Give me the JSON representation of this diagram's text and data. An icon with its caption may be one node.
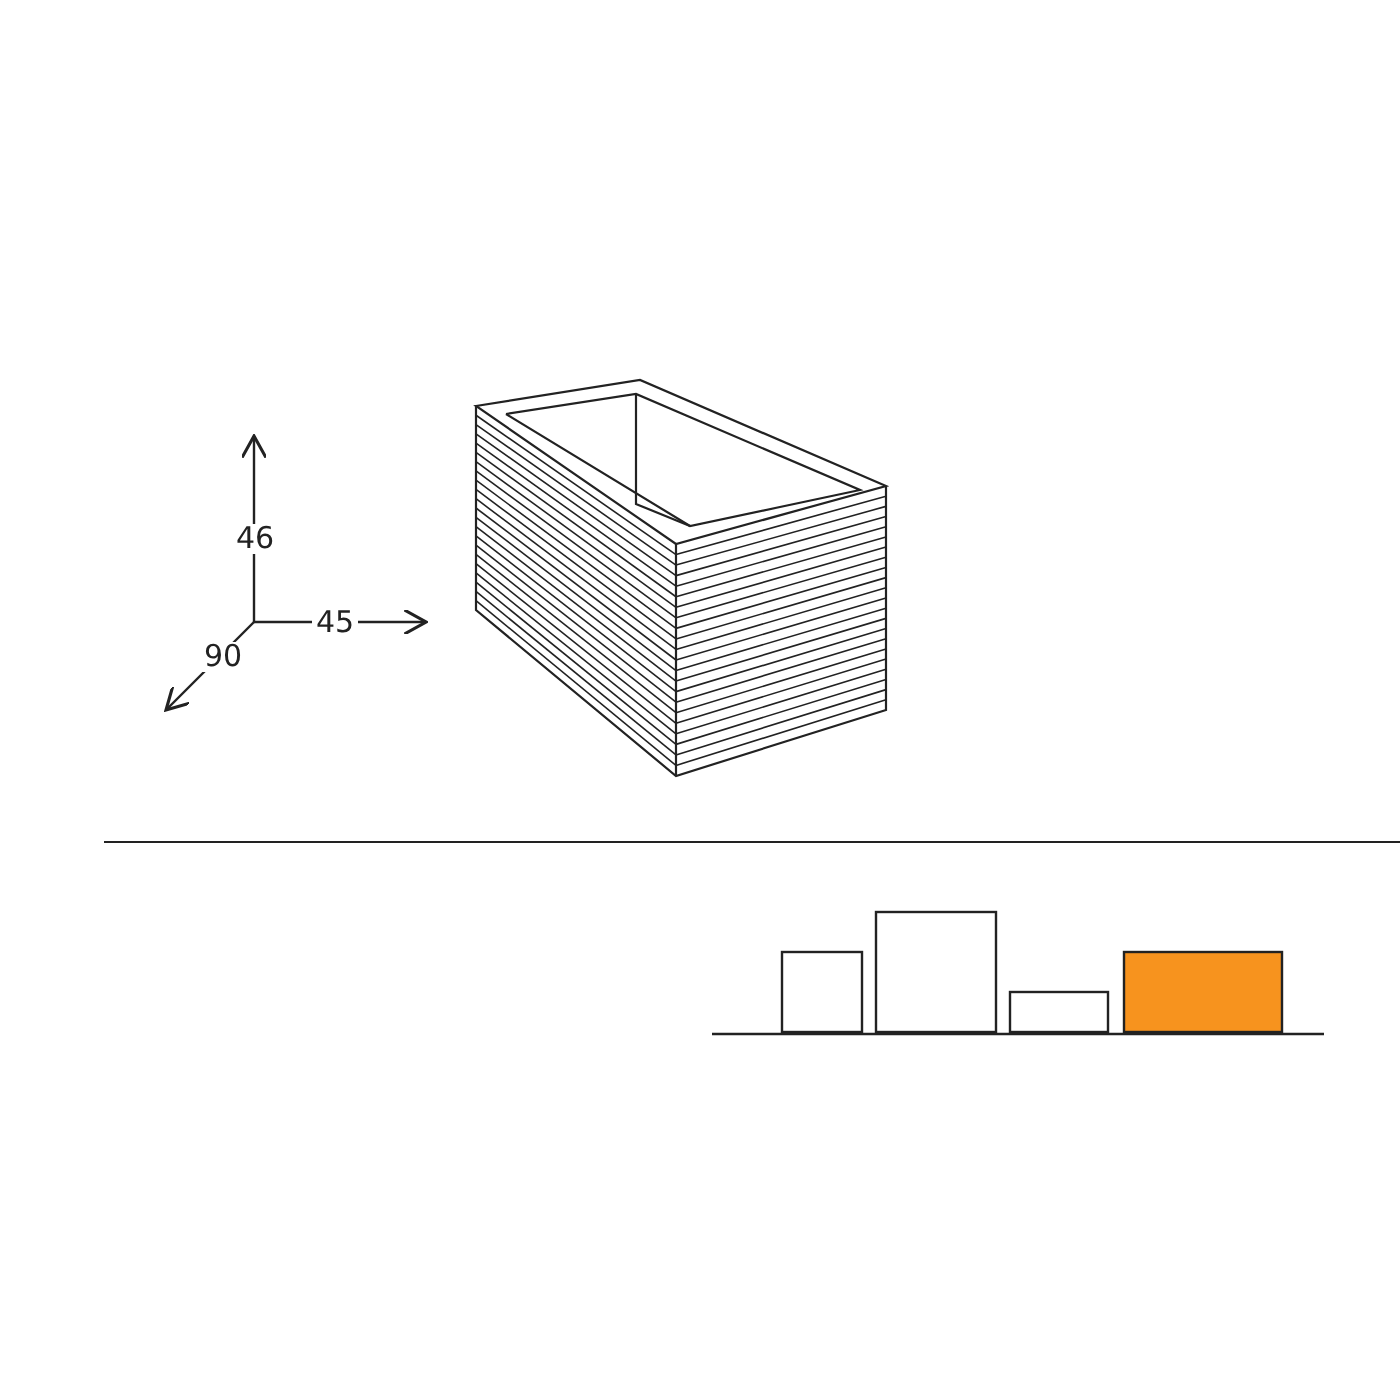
{
  "diagram": {
    "labels": [
      "46",
      "45",
      "90"
    ]
  }
}
